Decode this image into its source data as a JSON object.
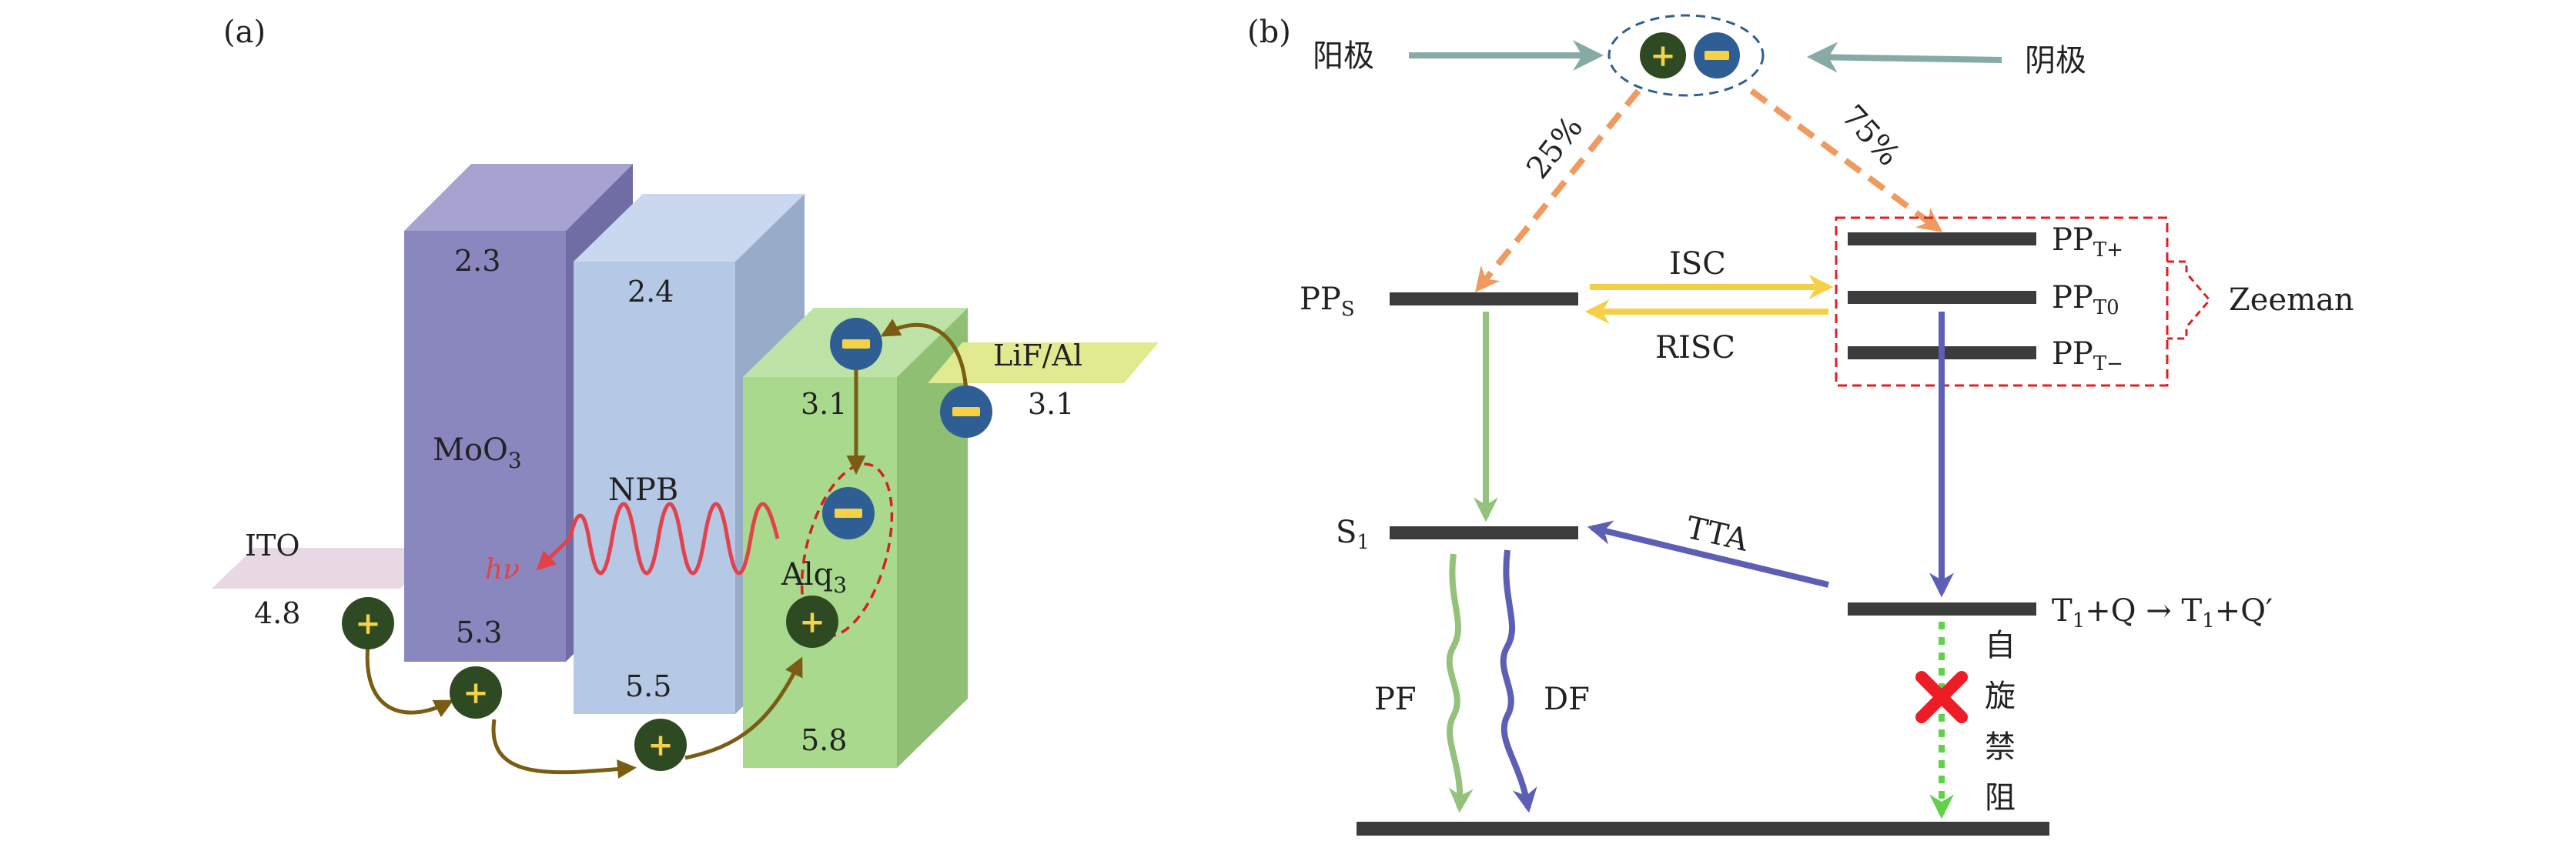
{
  "panel_a": {
    "label": "(a)",
    "layers": {
      "ito": {
        "name": "ITO",
        "homo": "4.8"
      },
      "moo3": {
        "name": "MoO",
        "name_sub": "3",
        "lumo": "2.3",
        "homo": "5.3"
      },
      "npb": {
        "name": "NPB",
        "lumo": "2.4",
        "homo": "5.5"
      },
      "alq3": {
        "name": "Alq",
        "name_sub": "3",
        "lumo": "3.1",
        "homo": "5.8"
      },
      "lif": {
        "name": "LiF/Al",
        "value": "3.1"
      }
    },
    "photon": {
      "h": "h",
      "nu": "ν"
    }
  },
  "panel_b": {
    "label": "(b)",
    "anode": "阳极",
    "cathode": "阴极",
    "pct_left": "25%",
    "pct_right": "75%",
    "pps": {
      "main": "PP",
      "sub": "S"
    },
    "isc": "ISC",
    "risc": "RISC",
    "ppt_plus": {
      "main": "PP",
      "sub": "T+"
    },
    "ppt_zero": {
      "main": "PP",
      "sub": "T0"
    },
    "ppt_minus": {
      "main": "PP",
      "sub": "T−"
    },
    "zeeman": "Zeeman",
    "s1": {
      "main": "S",
      "sub": "1"
    },
    "tta": "TTA",
    "t1q": {
      "t1": "T",
      "t1_sub": "1",
      "q": "+Q → T",
      "t1b_sub": "1",
      "q2": "+Q′"
    },
    "pf": "PF",
    "df": "DF",
    "spin_forbidden": [
      "自",
      "旋",
      "禁",
      "阻"
    ]
  },
  "colors": {
    "moo3_front": "#8a86be",
    "npb_front": "#b5c8e6",
    "alq3_front": "#a9d98c",
    "lif": "#e2ea90",
    "ito": "#e7d8e4",
    "hole": "#2d4a22",
    "electron": "#2f5e94",
    "symbol": "#f6d146",
    "transport_arrow": "#7b5c12",
    "photon": "#e2424a",
    "orange_arrow": "#ef9a5e",
    "isc_arrow": "#f6cf49",
    "green_arrow": "#94c27a",
    "blue_arrow": "#5b5fb5",
    "spin_arrow": "#5fd24a",
    "cross": "#ee1c24",
    "level": "#3c3c3c",
    "dashed_box": "#e02020"
  }
}
